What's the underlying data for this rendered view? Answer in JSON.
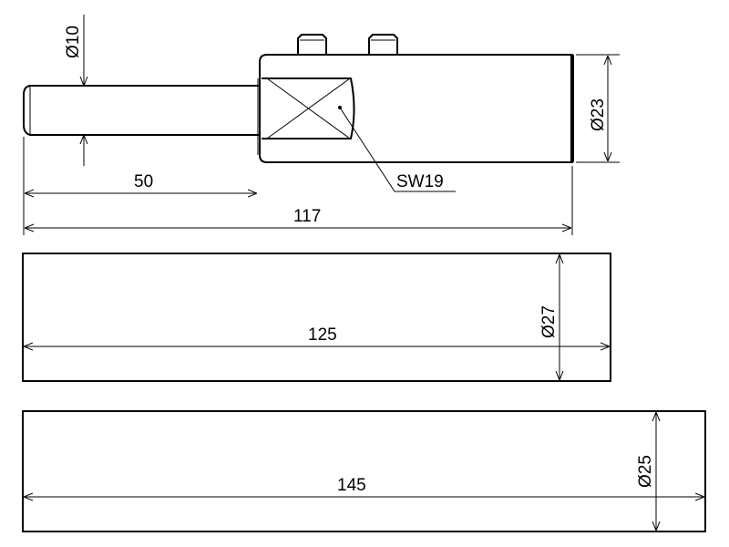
{
  "drawing": {
    "part1": {
      "dia_pin": "Ø10",
      "dia_body": "Ø23",
      "wrench_size": "SW19",
      "len_pin": "50",
      "len_total": "117"
    },
    "part2": {
      "dia": "Ø27",
      "len": "125"
    },
    "part3": {
      "dia": "Ø25",
      "len": "145"
    }
  }
}
